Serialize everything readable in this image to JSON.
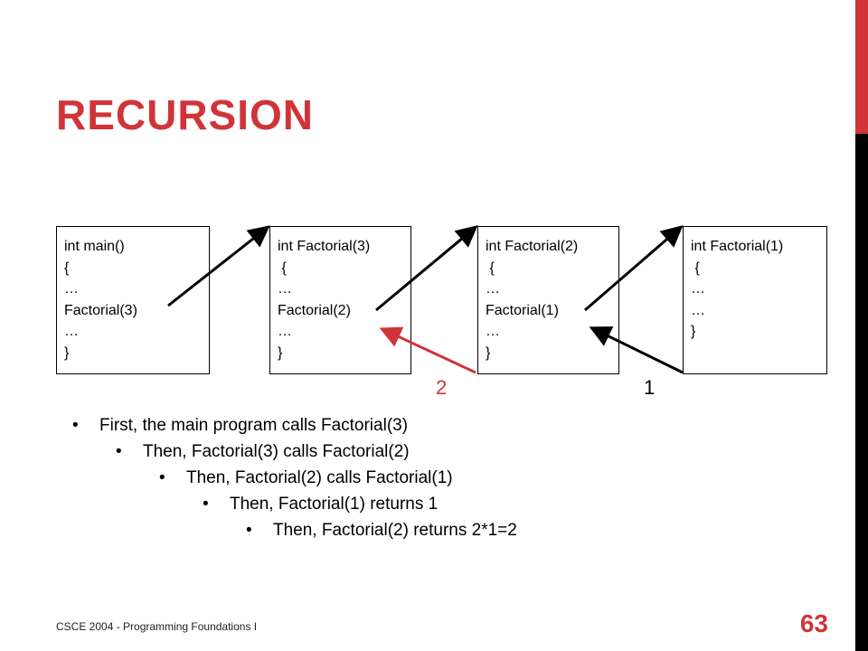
{
  "slide": {
    "title": "RECURSION",
    "footer": "CSCE 2004 - Programming Foundations I",
    "page_number": "63",
    "accent_color": "#d13438"
  },
  "boxes": [
    {
      "lines": [
        "int main()",
        "{",
        "…",
        "Factorial(3)",
        "…",
        "}"
      ]
    },
    {
      "lines": [
        "int Factorial(3)",
        " {",
        "…",
        "Factorial(2)",
        "…",
        "}"
      ]
    },
    {
      "lines": [
        "int Factorial(2)",
        " {",
        "…",
        "Factorial(1)",
        "…",
        "}"
      ]
    },
    {
      "lines": [
        "int Factorial(1)",
        " {",
        "…",
        "",
        "…",
        "}"
      ]
    }
  ],
  "return_labels": {
    "first": "2",
    "second": "1"
  },
  "bullets": [
    "First, the main program calls Factorial(3)",
    "Then, Factorial(3) calls Factorial(2)",
    "Then, Factorial(2) calls Factorial(1)",
    "Then, Factorial(1) returns 1",
    "Then, Factorial(2) returns 2*1=2"
  ],
  "bullet_glyph": "•"
}
